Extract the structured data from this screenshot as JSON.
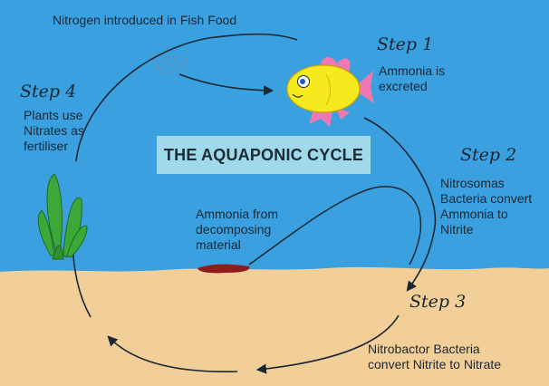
{
  "diagram": {
    "title": "THE AQUAPONIC CYCLE",
    "food_label": "Nitrogen introduced in Fish Food",
    "decomposing_label": [
      "Ammonia from",
      "decomposing",
      "material"
    ],
    "steps": [
      {
        "heading": "Step 1",
        "lines": [
          "Ammonia is",
          "excreted"
        ]
      },
      {
        "heading": "Step 2",
        "lines": [
          "Nitrosomas",
          "Bacteria convert",
          "Ammonia to",
          "Nitrite"
        ]
      },
      {
        "heading": "Step 3",
        "lines": [
          "Nitrobactor Bacteria",
          "convert Nitrite to Nitrate"
        ]
      },
      {
        "heading": "Step 4",
        "lines": [
          "Plants use",
          "Nitrates as",
          "fertiliser"
        ]
      }
    ]
  },
  "colors": {
    "water": "#3aa0e0",
    "sand": "#f2cf98",
    "title_box": "#9fd9ea",
    "fish_body": "#f6ea1e",
    "fish_fins": "#ee78b2",
    "plant": "#3da83a",
    "sediment": "#8e1c1c"
  },
  "icons": [
    "fish-icon",
    "plant-icon",
    "fish-food-pellets-icon",
    "sediment-icon"
  ]
}
